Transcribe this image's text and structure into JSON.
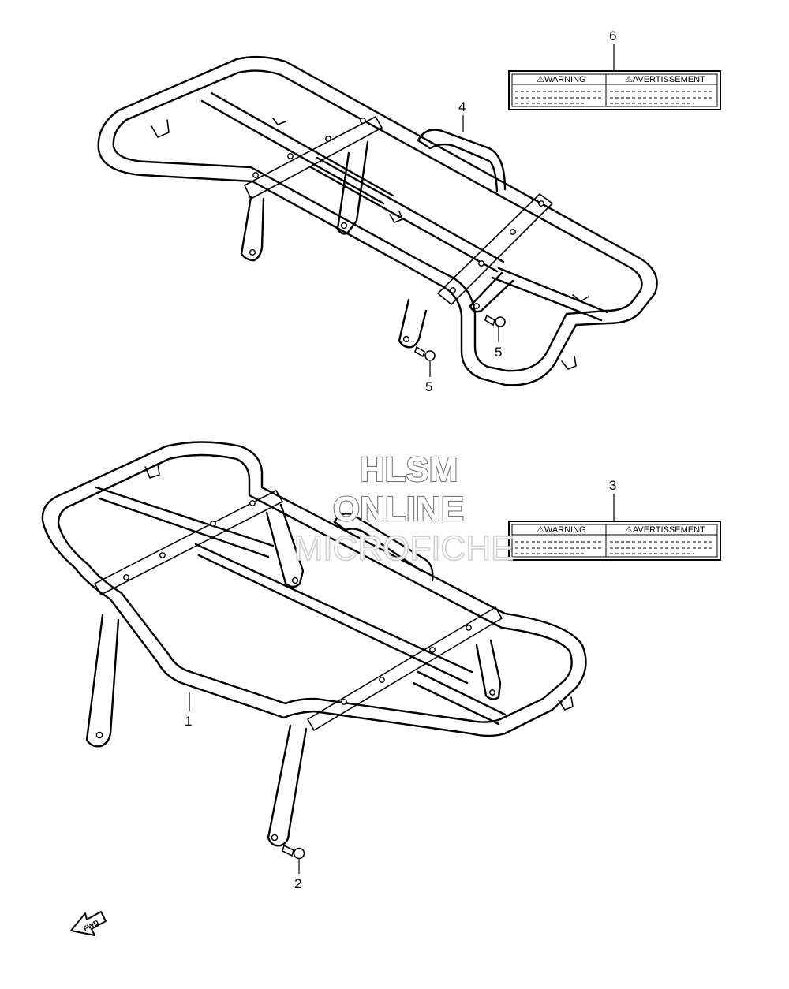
{
  "diagram": {
    "callouts": {
      "c1": "1",
      "c2": "2",
      "c3": "3",
      "c4": "4",
      "c5a": "5",
      "c5b": "5",
      "c6": "6"
    },
    "labels": {
      "top": {
        "left": "⚠WARNING",
        "right": "⚠AVERTISSEMENT"
      },
      "bottom": {
        "left": "⚠WARNING",
        "right": "⚠AVERTISSEMENT"
      }
    },
    "fwd": "FWD",
    "watermark": {
      "line1": "HLSM",
      "line2": "ONLINE",
      "line3": "MICROFICHE"
    }
  }
}
